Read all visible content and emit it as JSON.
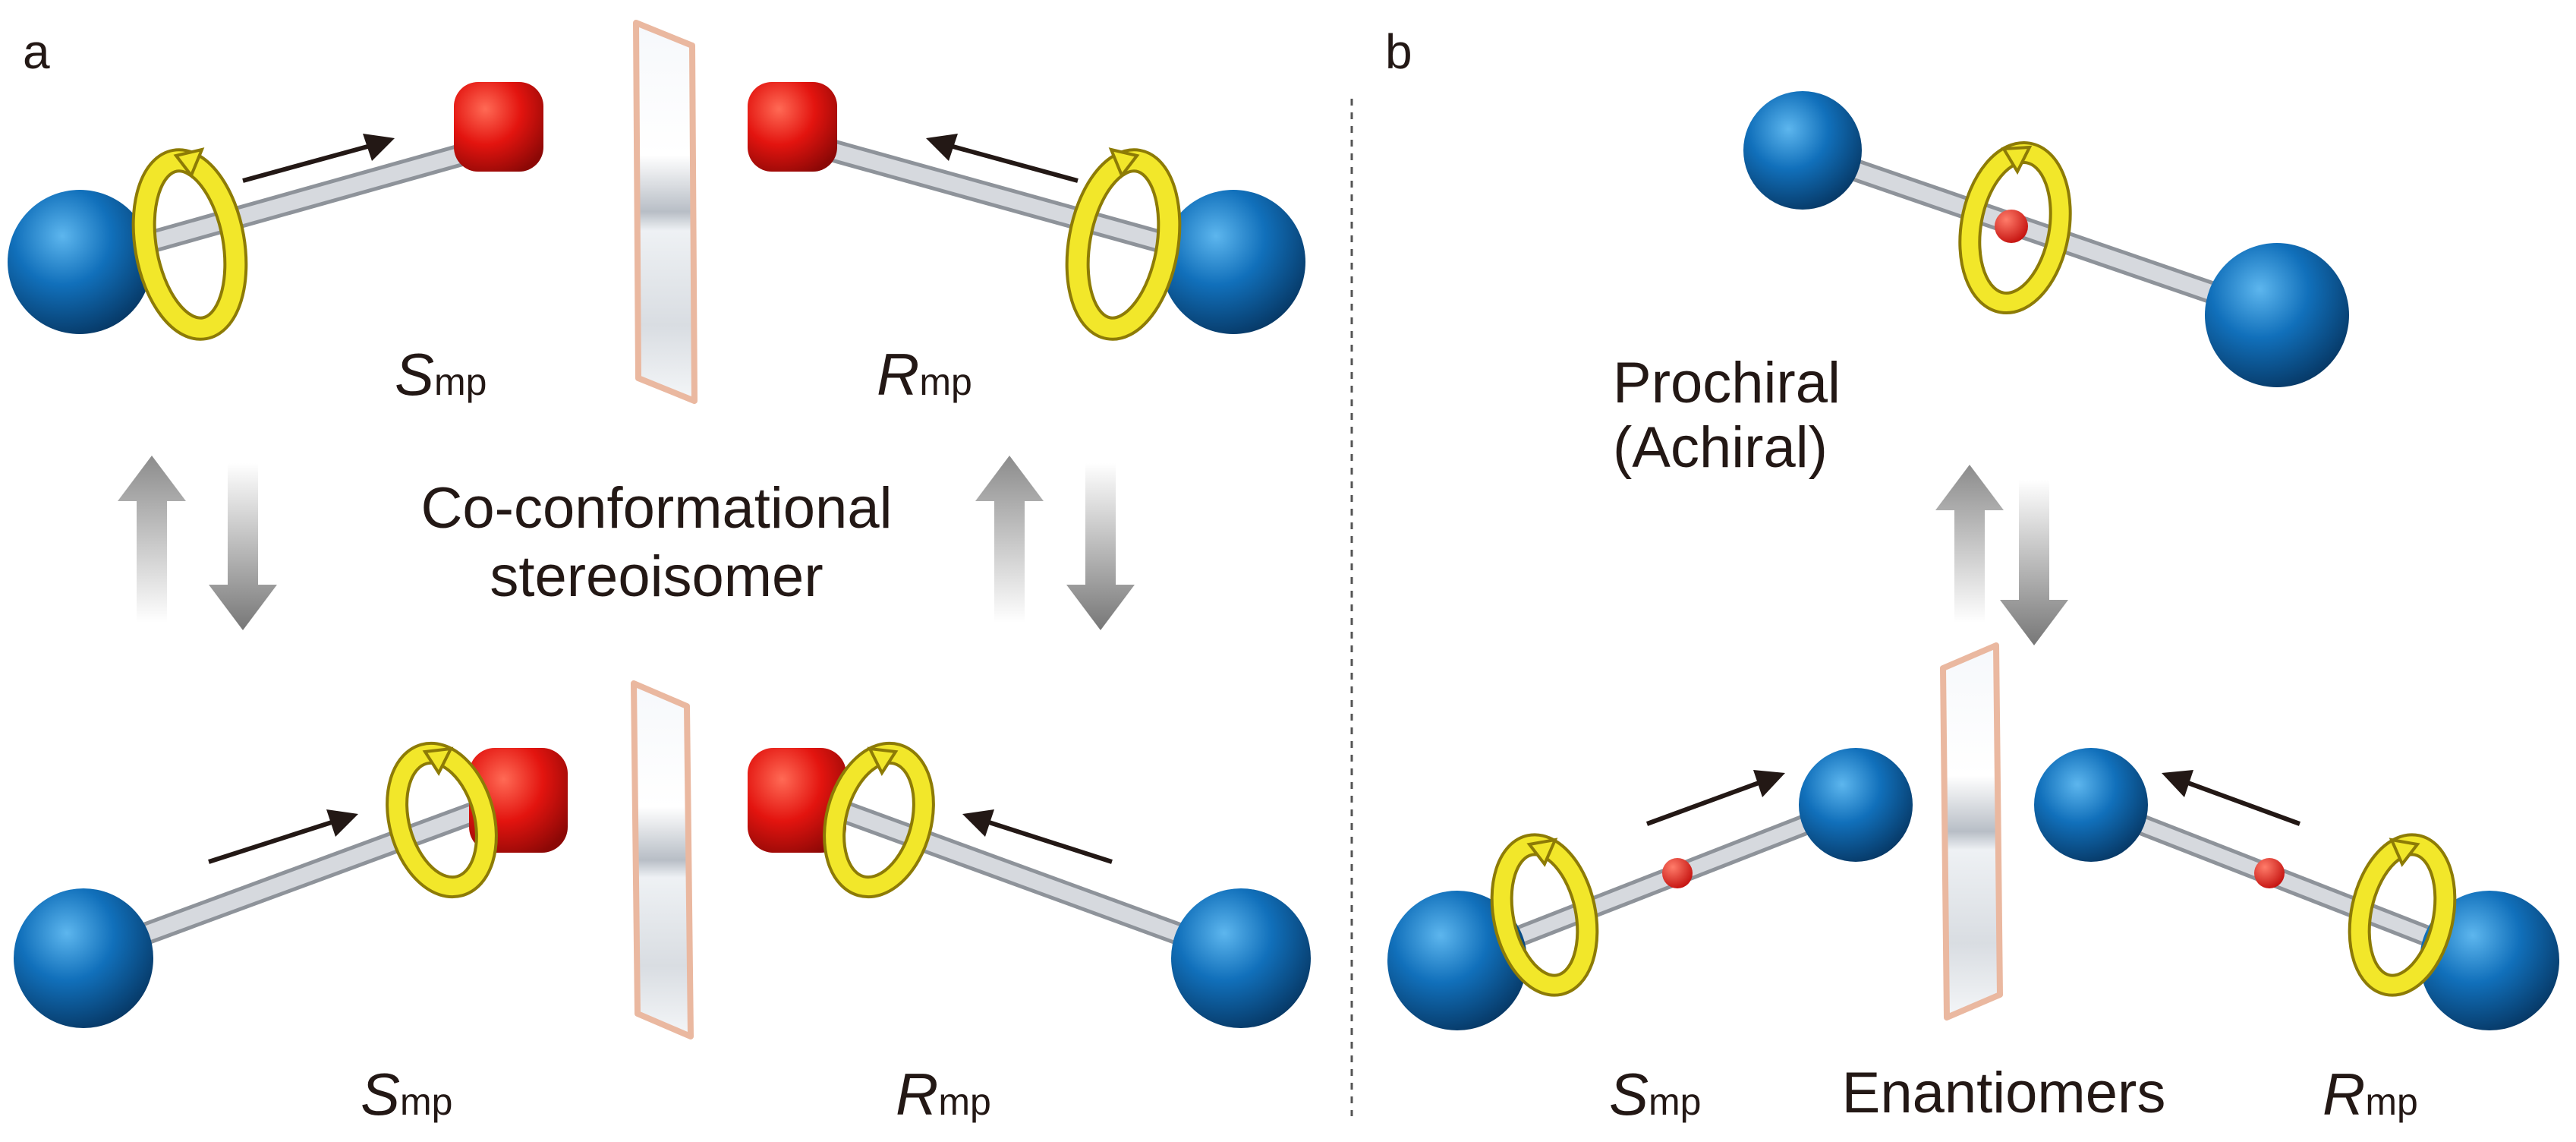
{
  "panel_a": {
    "letter": "a",
    "center_label_lines": [
      "Co-conformational",
      "stereoisomer"
    ],
    "top_left_label": {
      "symbol": "S",
      "sub": "mp"
    },
    "top_right_label": {
      "symbol": "R",
      "sub": "mp"
    },
    "bottom_left_label": {
      "symbol": "S",
      "sub": "mp"
    },
    "bottom_right_label": {
      "symbol": "R",
      "sub": "mp"
    }
  },
  "panel_b": {
    "letter": "b",
    "top_label_lines": [
      "Prochiral",
      "(Achiral)"
    ],
    "bottom_center_label": "Enantiomers",
    "bottom_left_label": {
      "symbol": "S",
      "sub": "mp"
    },
    "bottom_right_label": {
      "symbol": "R",
      "sub": "mp"
    }
  },
  "colors": {
    "stopper_ball": "#0a5fa8",
    "stopper_cube": "#e8100e",
    "ring": "#f2e72a",
    "axle": "#c9cdd3",
    "center_dot": "#e8100e",
    "mirror_frame": "#eab8a0",
    "arrow_gray": "#8a8a8a",
    "text": "#231815"
  }
}
